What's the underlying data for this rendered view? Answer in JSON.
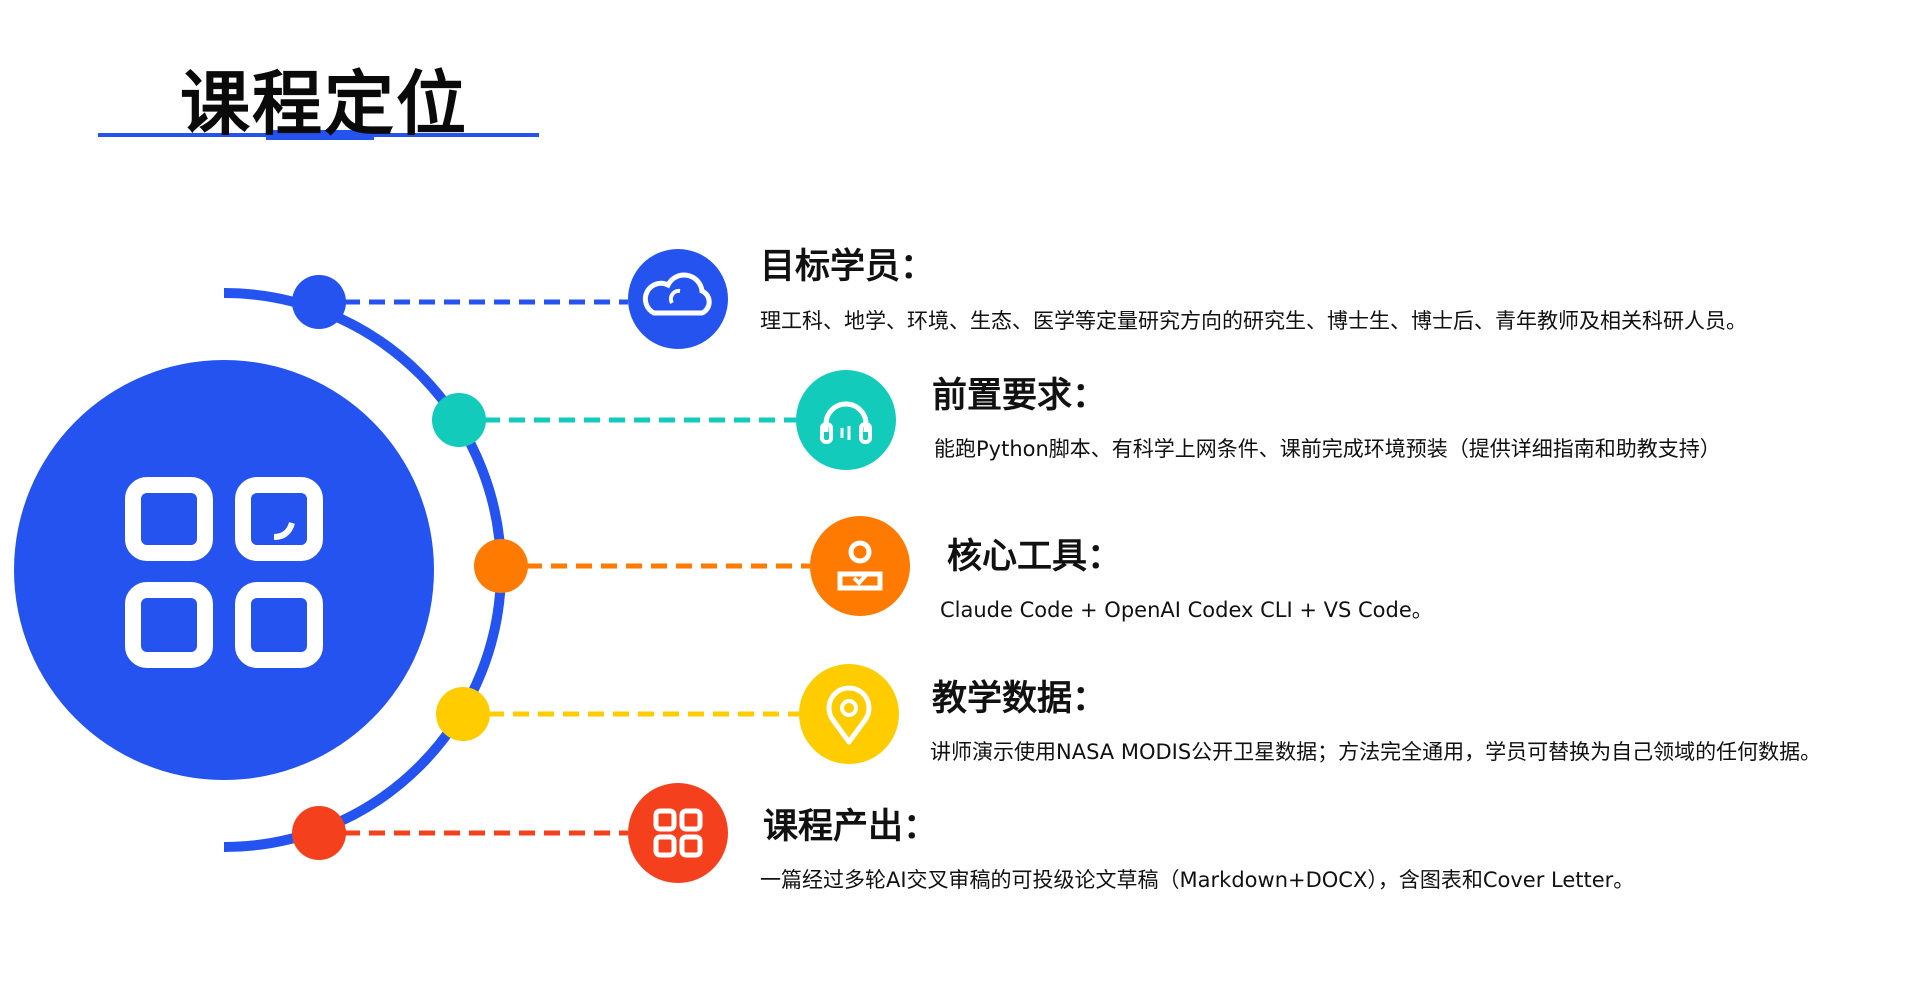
{
  "title": "课程定位",
  "colors": {
    "blue": "#2453F0",
    "teal": "#12CBBB",
    "orange": "#FF7A00",
    "yellow": "#FFCC00",
    "red": "#F5401E"
  },
  "items": [
    {
      "heading": "目标学员：",
      "body": "理工科、地学、环境、生态、医学等定量研究方向的研究生、博士生、博士后、青年教师及相关科研人员。",
      "icon": "cloud-icon",
      "color": "#2453F0"
    },
    {
      "heading": "前置要求：",
      "body": "能跑Python脚本、有科学上网条件、课前完成环境预装（提供详细指南和助教支持）",
      "icon": "headphones-icon",
      "color": "#12CBBB"
    },
    {
      "heading": "核心工具：",
      "body": "Claude Code + OpenAI Codex CLI + VS Code。",
      "icon": "user-check-icon",
      "color": "#FF7A00"
    },
    {
      "heading": "教学数据：",
      "body": "讲师演示使用NASA MODIS公开卫星数据；方法完全通用，学员可替换为自己领域的任何数据。",
      "icon": "location-pin-icon",
      "color": "#FFCC00"
    },
    {
      "heading": "课程产出：",
      "body": "一篇经过多轮AI交叉审稿的可投级论文草稿（Markdown+DOCX），含图表和Cover Letter。",
      "icon": "grid-apps-icon",
      "color": "#F5401E"
    }
  ]
}
